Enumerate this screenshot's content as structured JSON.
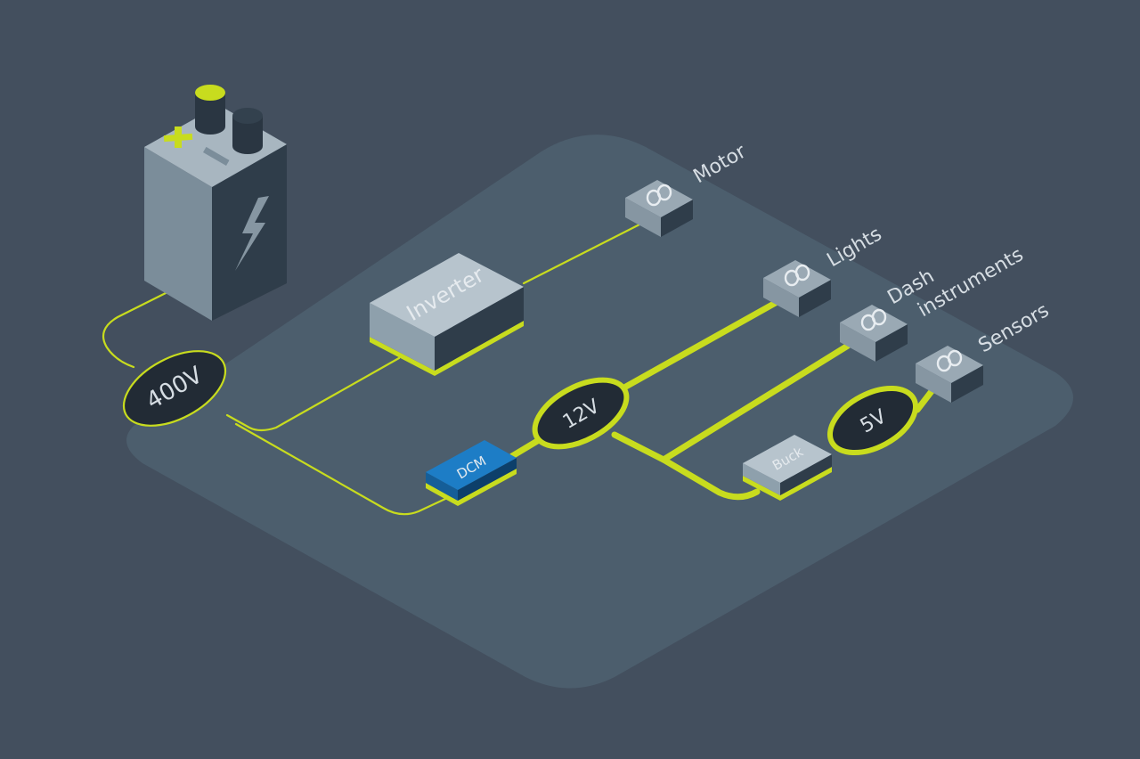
{
  "diagram": {
    "battery": {
      "plus_symbol": "+",
      "minus_symbol": "−",
      "icon": "lightning-bolt-icon"
    },
    "nodes": {
      "hv_bus": "400V",
      "lv_bus": "12V",
      "logic_bus": "5V"
    },
    "converters": {
      "inverter": "Inverter",
      "dcm": "DCM",
      "buck": "Buck"
    },
    "loads": {
      "motor": "Motor",
      "lights": "Lights",
      "dash_line1": "Dash",
      "dash_line2": "instruments",
      "sensors": "Sensors"
    },
    "load_icon": "coil-icon"
  },
  "colors": {
    "background": "#434f5e",
    "platform": "#4c5e6d",
    "wire": "#c8dc1e",
    "node_fill": "#222b35",
    "dcm_blue": "#1d7dc6",
    "box_top": "#b7c4cd",
    "box_side": "#5a6b78",
    "box_front": "#3e4e5c"
  }
}
